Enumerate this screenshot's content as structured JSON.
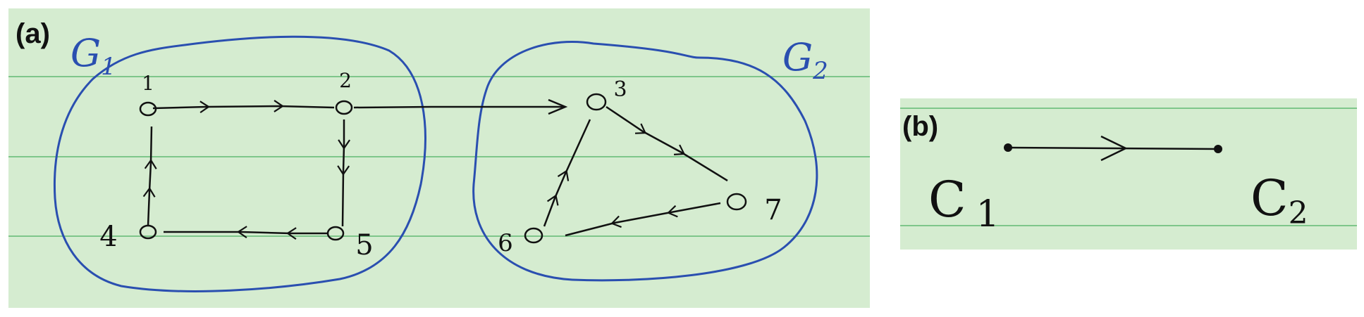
{
  "panel_a": {
    "label": "(a)",
    "groups": [
      {
        "name": "G1",
        "label": "G",
        "subscript": "1"
      },
      {
        "name": "G2",
        "label": "G",
        "subscript": "2"
      }
    ],
    "nodes": [
      "1",
      "2",
      "3",
      "4",
      "5",
      "6",
      "7"
    ]
  },
  "panel_b": {
    "label": "(b)",
    "nodes": [
      {
        "label": "C",
        "subscript": "1"
      },
      {
        "label": "C",
        "subscript": "2"
      }
    ]
  },
  "colors": {
    "background": "#d5ecd0",
    "rule_lines": "#7ec68a",
    "ink": "#111111",
    "group_outline": "#2a4fb0"
  }
}
